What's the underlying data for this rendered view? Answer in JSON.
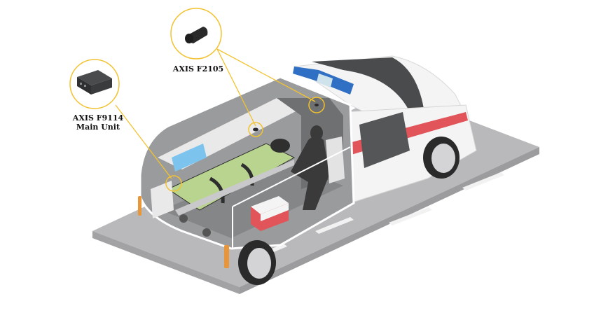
{
  "diagram": {
    "subject": "Ambulance cutaway illustration with camera system placement",
    "colors": {
      "callout_line": "#f2c230",
      "road": "#b9b9bb",
      "road_edge": "#a2a2a4",
      "lane_marking": "#f2f2f2",
      "body_white": "#f4f4f4",
      "stripe_red": "#e0545a",
      "light_blue": "#2f6fc4",
      "window_dark": "#555658",
      "stretcher_green": "#b9d48f",
      "interior_gray": "#8f9092",
      "orange_reflector": "#e9953a"
    },
    "callouts": [
      {
        "id": "f9114",
        "line1": "AXIS F9114",
        "line2": "Main Unit",
        "device": "main-unit-box"
      },
      {
        "id": "f2105",
        "line1": "AXIS F2105",
        "device": "mini-camera-sensor"
      }
    ],
    "sensor_points": [
      {
        "name": "rear-left-ceiling-camera"
      },
      {
        "name": "center-ceiling-camera"
      },
      {
        "name": "cab-partition-camera"
      }
    ]
  }
}
